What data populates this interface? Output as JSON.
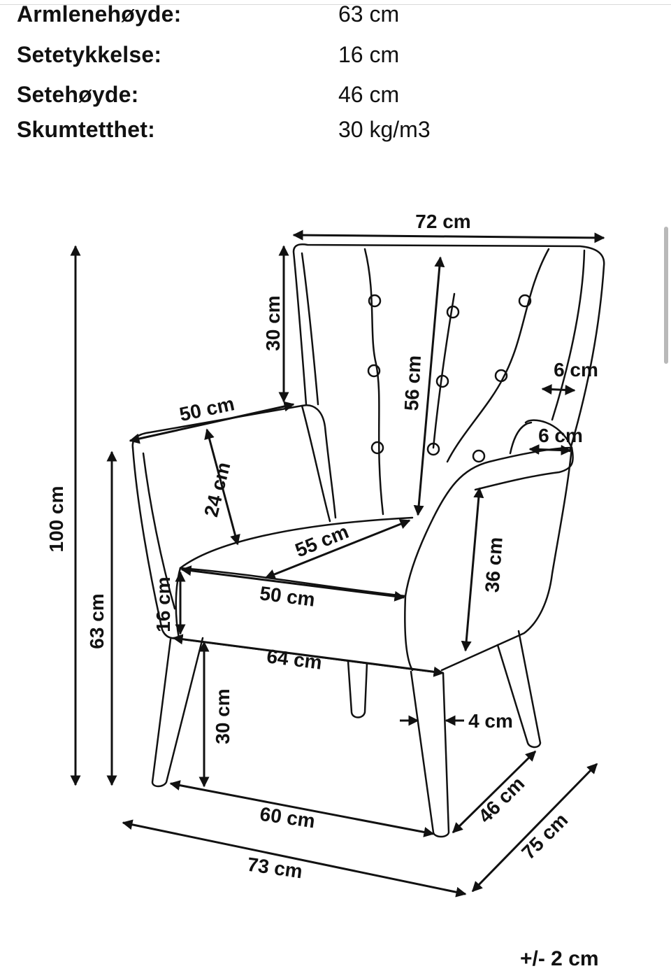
{
  "specs": [
    {
      "label": "Armlenehøyde:",
      "value": "63 cm"
    },
    {
      "label": "Setetykkelse:",
      "value": "16 cm"
    },
    {
      "label": "Setehøyde:",
      "value": "46 cm"
    },
    {
      "label": "Skumtetthet:",
      "value": "30 kg/m3"
    }
  ],
  "dimensions": {
    "width_top": "72 cm",
    "height_total": "100 cm",
    "back_top_height": "30 cm",
    "backrest_height": "56 cm",
    "wing_thickness": "6 cm",
    "arm_thickness": "6 cm",
    "arm_length": "50 cm",
    "arm_rise": "24 cm",
    "seat_depth": "55 cm",
    "seat_width": "50 cm",
    "arm_inner_height": "36 cm",
    "seat_thickness": "16 cm",
    "arm_height": "63 cm",
    "front_width": "64 cm",
    "leg_height": "30 cm",
    "leg_thickness": "4 cm",
    "leg_spread": "60 cm",
    "side_depth": "46 cm",
    "overall_width": "73 cm",
    "overall_depth": "75 cm"
  },
  "tolerance": "+/- 2 cm"
}
